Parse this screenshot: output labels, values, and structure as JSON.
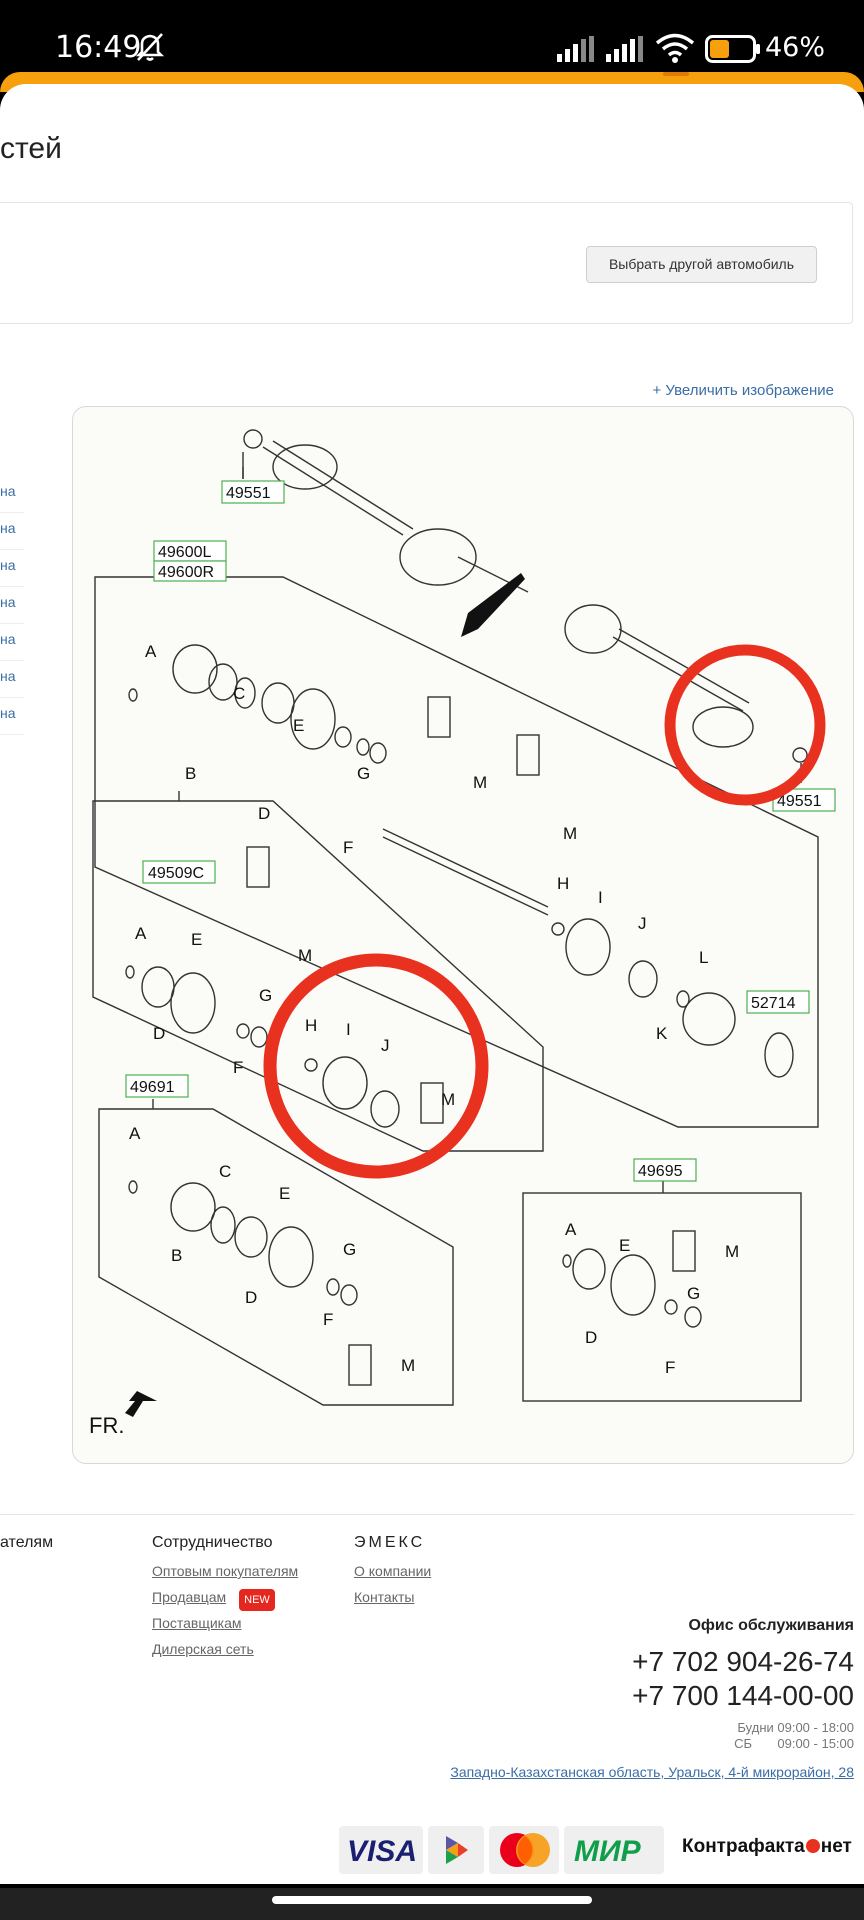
{
  "status_bar": {
    "time": "16:49",
    "battery_level": "46%",
    "battery_fraction": 0.46
  },
  "page": {
    "title_partial": "стей",
    "select_car_button": "Выбрать другой автомобиль",
    "zoom_link": "+ Увеличить изображение"
  },
  "sidebar": {
    "items": [
      "на",
      "на",
      "на",
      "на",
      "на",
      "на",
      "на"
    ]
  },
  "diagram": {
    "labels": {
      "p49551a": "49551",
      "p49600L": "49600L",
      "p49600R": "49600R",
      "p49551b": "49551",
      "p49509C": "49509C",
      "p52714": "52714",
      "p49691": "49691",
      "p49695": "49695",
      "fr": "FR."
    },
    "letters": [
      "A",
      "B",
      "C",
      "D",
      "E",
      "F",
      "G",
      "H",
      "I",
      "J",
      "K",
      "L",
      "M"
    ],
    "highlight_color": "#e8321f"
  },
  "footer": {
    "col1_partial": "ателям",
    "cooperation": {
      "title": "Сотрудничество",
      "links": [
        "Оптовым покупателям",
        "Продавцам",
        "Поставщикам",
        "Дилерская сеть"
      ],
      "new_badge": "NEW"
    },
    "company": {
      "title": "ЭМЕКС",
      "links": [
        "О компании",
        "Контакты"
      ]
    },
    "office": {
      "title": "Офис обслуживания",
      "phone1": "+7 702 904-26-74",
      "phone2": "+7 700 144-00-00",
      "hours1": "Будни  09:00 - 18:00",
      "hours2": "СБ       09:00 - 15:00",
      "address": "Западно-Казахстанская область, Уральск, 4-й микрорайон, 28"
    },
    "payments": {
      "visa": "VISA",
      "mir": "МИР"
    },
    "counterfeit": "Контрафакта",
    "counterfeit_tail": "нет"
  }
}
